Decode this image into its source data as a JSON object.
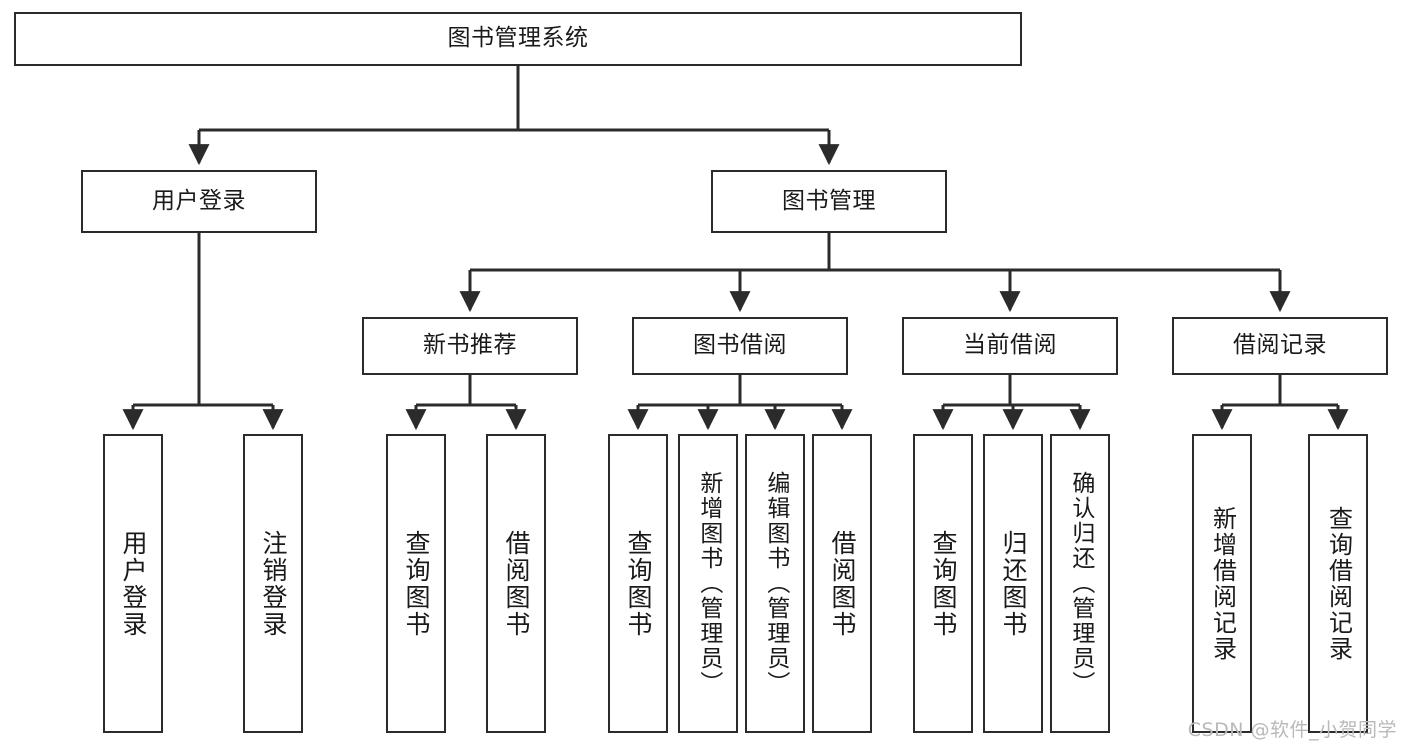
{
  "diagram": {
    "title": "图书管理系统",
    "type": "tree-hierarchy-chart",
    "watermark": "CSDN @软件_小贺同学",
    "colors": {
      "box_border": "#2b2b2b",
      "box_fill": "#ffffff",
      "connector": "#2b2b2b",
      "text": "#1a1a1a",
      "watermark": "#b9b9b9"
    },
    "root": {
      "label": "图书管理系统"
    },
    "level2": [
      {
        "label": "用户登录"
      },
      {
        "label": "图书管理"
      }
    ],
    "level3": [
      {
        "label": "新书推荐"
      },
      {
        "label": "图书借阅"
      },
      {
        "label": "当前借阅"
      },
      {
        "label": "借阅记录"
      }
    ],
    "leaves": {
      "user_login": [
        {
          "label": "用户登录"
        },
        {
          "label": "注销登录"
        }
      ],
      "new_book_recommend": [
        {
          "label": "查询图书"
        },
        {
          "label": "借阅图书"
        }
      ],
      "book_borrow": [
        {
          "label": "查询图书"
        },
        {
          "label": "新增图书（管理员）"
        },
        {
          "label": "编辑图书（管理员）"
        },
        {
          "label": "借阅图书"
        }
      ],
      "current_borrow": [
        {
          "label": "查询图书"
        },
        {
          "label": "归还图书"
        },
        {
          "label": "确认归还（管理员）"
        }
      ],
      "borrow_records": [
        {
          "label": "新增借阅记录"
        },
        {
          "label": "查询借阅记录"
        }
      ]
    }
  }
}
